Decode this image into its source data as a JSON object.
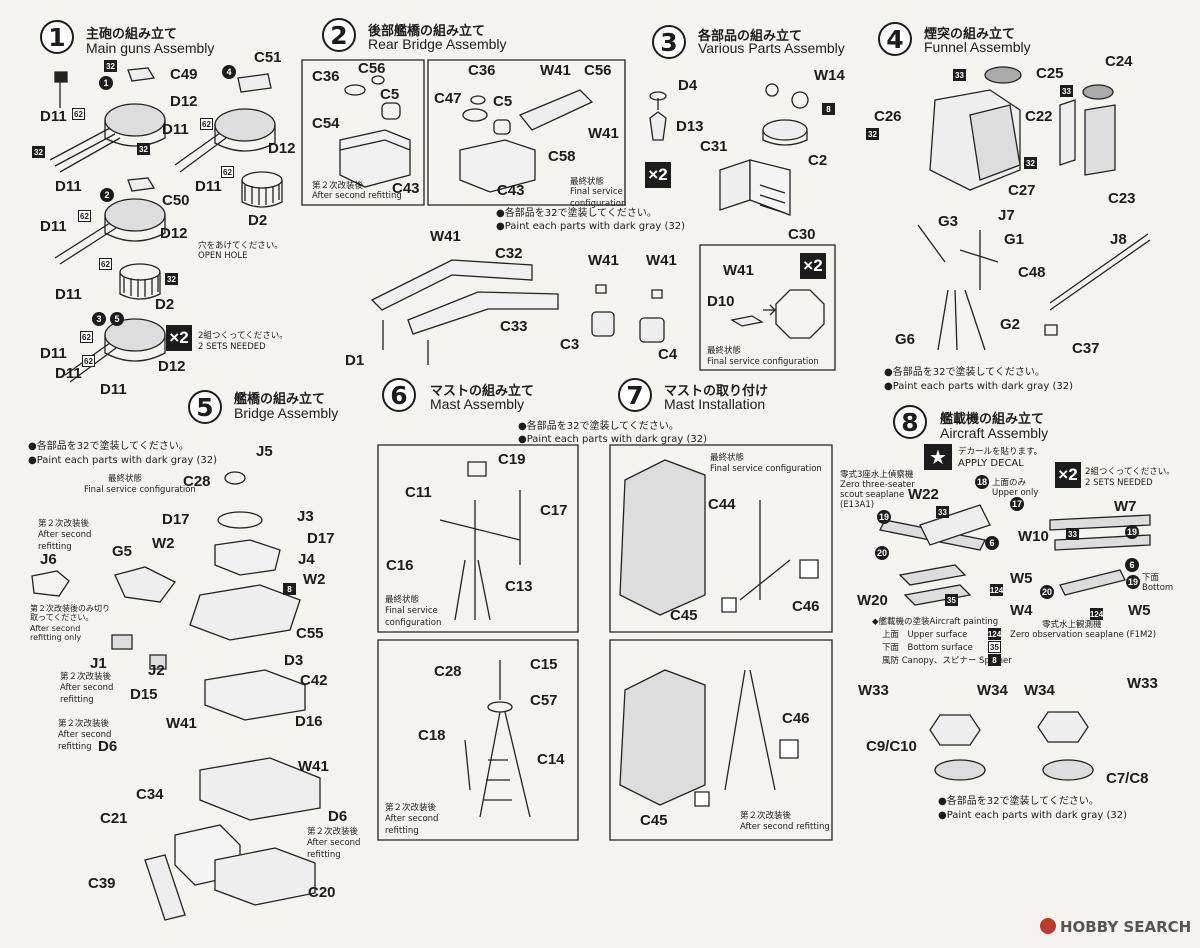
{
  "steps": [
    {
      "num": "1",
      "jp": "主砲の組み立て",
      "en": "Main guns Assembly"
    },
    {
      "num": "2",
      "jp": "後部艦橋の組み立て",
      "en": "Rear Bridge Assembly"
    },
    {
      "num": "3",
      "jp": "各部品の組み立て",
      "en": "Various Parts Assembly"
    },
    {
      "num": "4",
      "jp": "煙突の組み立て",
      "en": "Funnel Assembly"
    },
    {
      "num": "5",
      "jp": "艦橋の組み立て",
      "en": "Bridge Assembly"
    },
    {
      "num": "6",
      "jp": "マストの組み立て",
      "en": "Mast Assembly"
    },
    {
      "num": "7",
      "jp": "マストの取り付け",
      "en": "Mast Installation"
    },
    {
      "num": "8",
      "jp": "艦載機の組み立て",
      "en": "Aircraft Assembly"
    }
  ],
  "notes": {
    "paint_jp": "●各部品を32で塗装してください。",
    "paint_en": "●Paint each parts with dark gray (32)",
    "open_hole_jp": "穴をあけてください。",
    "open_hole_en": "OPEN HOLE",
    "two_sets_jp": "2組つくってください。",
    "two_sets_en": "2 SETS NEEDED",
    "final_jp": "最終状態",
    "final_en": "Final service configuration",
    "after_second_jp": "第２次改装後",
    "after_second_en": "After second refitting",
    "after_second_only_jp": "第２次改装後のみ切り取ってください。",
    "after_second_only_en": "After second refitting only",
    "apply_decal_jp": "デカールを貼ります。",
    "apply_decal_en": "APPLY DECAL",
    "upper_only_jp": "上面のみ",
    "upper_only_en": "Upper only",
    "bottom_jp": "下面",
    "bottom_en": "Bottom",
    "e13a1_jp": "零式3座水上偵察機",
    "e13a1_en": "Zero three-seater scout seaplane (E13A1)",
    "f1m2_jp": "零式水上観測機",
    "f1m2_en": "Zero observation seaplane (F1M2)",
    "aircraft_painting": "◆艦載機の塗装Aircraft painting",
    "upper_surface": "上面　Upper surface",
    "bottom_surface": "下面　Bottom surface",
    "canopy": "風防 Canopy、スピナー Spinner",
    "x2": "×2",
    "paint_codes": [
      "32",
      "62",
      "8",
      "33",
      "124",
      "35",
      "6",
      "17",
      "18",
      "19",
      "20"
    ]
  },
  "labels": {
    "s1": [
      "C49",
      "D12",
      "D11",
      "D11",
      "C51",
      "D11",
      "D12",
      "D11",
      "C50",
      "D11",
      "D12",
      "D2",
      "D11",
      "D2",
      "D11",
      "D12",
      "D11",
      "D11",
      "D12"
    ],
    "s2": [
      "C36",
      "C56",
      "C5",
      "C54",
      "C43",
      "C36",
      "W41",
      "C56",
      "C47",
      "C5",
      "W41",
      "C58",
      "C43",
      "W41",
      "C32",
      "C33",
      "D1"
    ],
    "s3": [
      "D4",
      "W14",
      "D13",
      "C2",
      "C31",
      "C30",
      "W41",
      "W41",
      "W41",
      "D10",
      "C3",
      "C4"
    ],
    "s4": [
      "C25",
      "C24",
      "C26",
      "C22",
      "C27",
      "C23",
      "G3",
      "J7",
      "G1",
      "J8",
      "C48",
      "G6",
      "G2",
      "C37"
    ],
    "s5": [
      "J5",
      "C28",
      "J3",
      "D17",
      "D17",
      "W2",
      "J4",
      "G5",
      "J6",
      "W2",
      "C55",
      "J1",
      "J2",
      "D3",
      "D15",
      "C42",
      "D16",
      "W41",
      "D6",
      "W41",
      "C34",
      "D6",
      "C21",
      "C39",
      "C20"
    ],
    "s6": [
      "C19",
      "C11",
      "C17",
      "C16",
      "C13",
      "C28",
      "C15",
      "C57",
      "C18",
      "C14"
    ],
    "s7": [
      "C44",
      "C45",
      "C46",
      "C46",
      "C45"
    ],
    "s8": [
      "W22",
      "W7",
      "W10",
      "W5",
      "W20",
      "W4",
      "W5",
      "W33",
      "W34",
      "W34",
      "W33",
      "C9/C10",
      "C7/C8"
    ]
  },
  "watermark": "HOBBY SEARCH"
}
